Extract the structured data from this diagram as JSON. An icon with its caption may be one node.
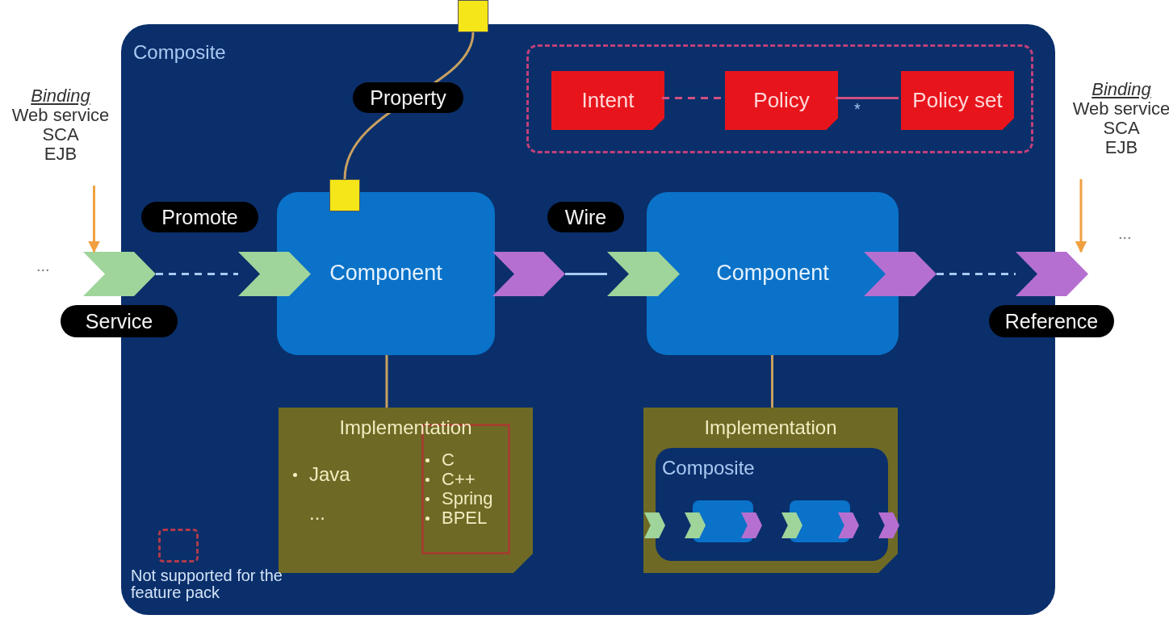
{
  "diagram": {
    "nodes": [
      {
        "text": [
          "Composite"
        ]
      },
      {
        "text": [],
        "shape": "box",
        "in": 0
      },
      {
        "text": [
          "Intent"
        ],
        "in": 1
      },
      {
        "text": [
          "Policy"
        ],
        "in": 1
      },
      {
        "text": [
          "Policy set"
        ],
        "in": 1
      },
      {
        "text": [],
        "shape": "box"
      },
      {
        "text": [],
        "shape": "box",
        "in": 0
      },
      {
        "text": [
          "Component"
        ],
        "in": 0
      },
      {
        "text": [
          "Component"
        ],
        "in": 0
      },
      {
        "text": [],
        "shape": "chevron",
        "beside": [
          "Service"
        ]
      },
      {
        "text": [],
        "shape": "chevron",
        "in": 0
      },
      {
        "text": [],
        "shape": "chevron",
        "in": 0
      },
      {
        "text": [],
        "shape": "chevron",
        "in": 0
      },
      {
        "text": [],
        "shape": "chevron",
        "in": 0
      },
      {
        "text": [],
        "shape": "chevron",
        "beside": [
          "Reference"
        ]
      },
      {
        "text": [
          "Binding",
          "Web service",
          "SCA",
          "EJB"
        ]
      },
      {
        "text": [
          "Binding",
          "Web service",
          "SCA",
          "EJB"
        ]
      },
      {
        "text": [
          "Implementation",
          "Java",
          "..."
        ],
        "in": 0
      },
      {
        "text": [
          "C",
          "C++",
          "Spring",
          "BPEL"
        ],
        "in": 17
      },
      {
        "text": [
          "Implementation"
        ],
        "in": 0
      },
      {
        "text": [
          "Composite"
        ],
        "in": 19
      },
      {
        "text": [],
        "shape": "chevron",
        "in": 19
      },
      {
        "text": [],
        "shape": "chevron",
        "in": 20
      },
      {
        "text": [],
        "shape": "box",
        "in": 20
      },
      {
        "text": [],
        "shape": "chevron",
        "in": 20
      },
      {
        "text": [],
        "shape": "chevron",
        "in": 20
      },
      {
        "text": [],
        "shape": "box",
        "in": 20
      },
      {
        "text": [],
        "shape": "chevron",
        "in": 20
      },
      {
        "text": [],
        "shape": "chevron",
        "in": 19
      }
    ],
    "edges": [
      {
        "from": 15,
        "to": 9,
        "arrow": "to",
        "color": "#f0a040"
      },
      {
        "from": 16,
        "to": 14,
        "arrow": "to",
        "color": "#f0a040"
      },
      {
        "from": 9,
        "to": 10,
        "arrow": "none",
        "label": "Promote",
        "style": "dashed"
      },
      {
        "from": 11,
        "to": 12,
        "arrow": "none",
        "label": "Wire"
      },
      {
        "from": 13,
        "to": 14,
        "arrow": "none",
        "style": "dashed"
      },
      {
        "from": 6,
        "to": 5,
        "arrow": "none",
        "label": "Property",
        "color": "#c8a060"
      },
      {
        "from": 2,
        "to": 3,
        "arrow": "none",
        "style": "dashed",
        "color": "#d05080"
      },
      {
        "from": 3,
        "to": 4,
        "arrow": "none",
        "label": "*",
        "color": "#d05080"
      },
      {
        "from": 7,
        "to": 17,
        "arrow": "none",
        "color": "#c8a060"
      },
      {
        "from": 8,
        "to": 19,
        "arrow": "none",
        "color": "#c8a060"
      }
    ],
    "labels": [
      "...",
      "..."
    ],
    "legend": [
      {
        "text": "Not supported for the feature pack"
      }
    ]
  }
}
